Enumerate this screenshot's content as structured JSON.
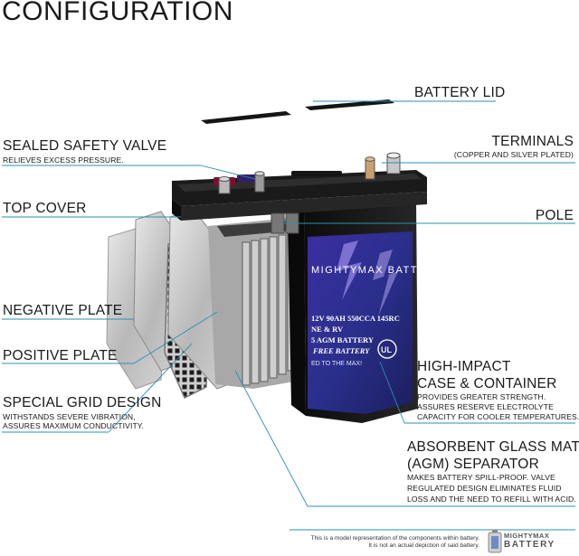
{
  "title": "CONFIGURATION",
  "labels": {
    "battery_lid": "BATTERY LID",
    "sealed_valve": "SEALED SAFETY VALVE",
    "sealed_valve_sub": "RELIEVES EXCESS PRESSURE.",
    "terminals": "TERMINALS",
    "terminals_sub": "(COPPER AND SILVER PLATED)",
    "top_cover": "TOP COVER",
    "pole": "POLE",
    "negative_plate": "NEGATIVE PLATE",
    "positive_plate": "POSITIVE PLATE",
    "grid_design": "SPECIAL GRID DESIGN",
    "grid_design_sub1": "WITHSTANDS SEVERE VIBRATION,",
    "grid_design_sub2": "ASSURES MAXIMUM CONDUCTIVITY.",
    "case_line1": "HIGH-IMPACT",
    "case_line2": "CASE & CONTAINER",
    "case_sub1": "PROVIDES GREATER STRENGTH.",
    "case_sub2": "ASSURES RESERVE ELECTROLYTE",
    "case_sub3": "CAPACITY FOR COOLER TEMPERATURES.",
    "agm_line1": "ABSORBENT GLASS MAT",
    "agm_line2": "(AGM) SEPARATOR",
    "agm_sub1": "MAKES BATTERY SPILL-PROOF. VALVE",
    "agm_sub2": "REGULATED DESIGN ELIMINATES FLUID",
    "agm_sub3": "LOSS AND THE NEED TO REFILL WITH ACID."
  },
  "battery_label": {
    "brand": "MIGHTYMAX BATTERY",
    "spec": "12V 90AH 550CCA 145RC",
    "line2": "NE & RV",
    "line3": "5 AGM BATTERY",
    "line4": "FREE BATTERY",
    "line5": "ED TO THE MAX!",
    "cert": "UL"
  },
  "footer": {
    "line1": "This is a model representation of the components within battery.",
    "line2": "It is not an actual depiction of said battery."
  },
  "brand": {
    "top": "MIGHTYMAX",
    "bottom": "BATTERY"
  },
  "colors": {
    "leader": "#2a8fb5",
    "case": "#141414",
    "label": "#2b2f8f"
  }
}
